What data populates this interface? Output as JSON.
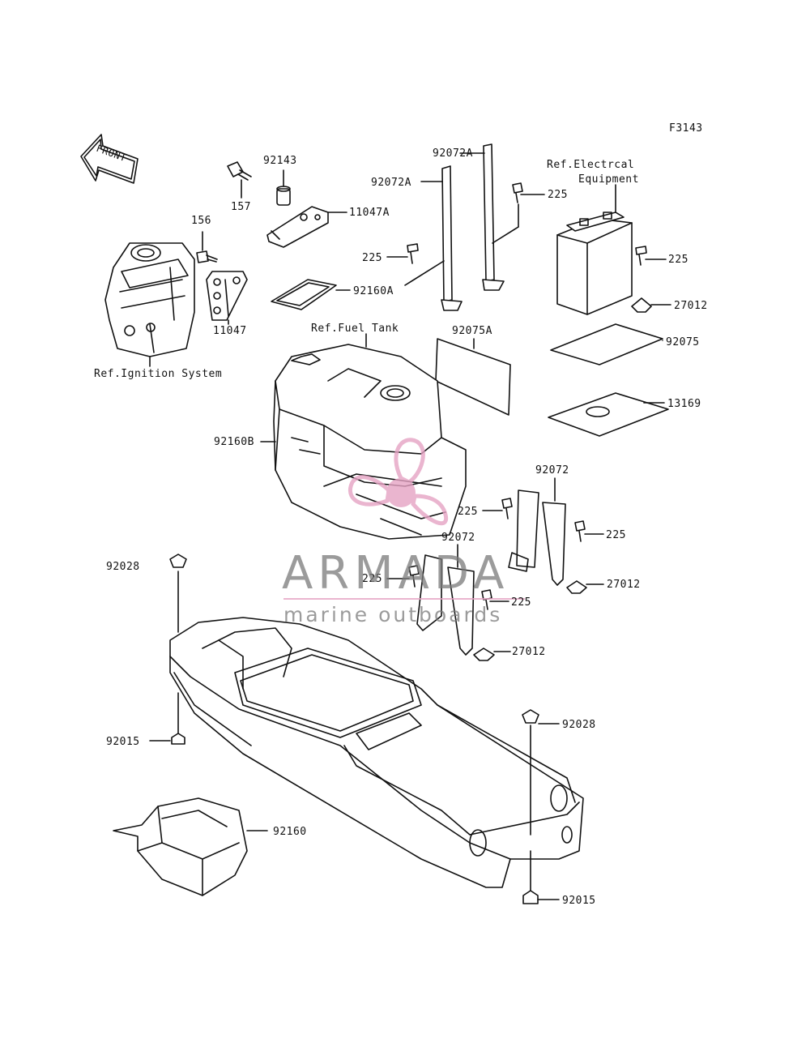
{
  "diagram_code": "F3143",
  "front_label": "FRONT",
  "ref_labels": {
    "electrical": [
      "Ref.Electrcal",
      "Equipment"
    ],
    "fuel_tank": "Ref.Fuel Tank",
    "ignition": "Ref.Ignition System"
  },
  "parts": {
    "p92143": "92143",
    "p157": "157",
    "p156": "156",
    "p11047A": "11047A",
    "p11047": "11047",
    "p92072A_1": "92072A",
    "p92072A_2": "92072A",
    "p225_a": "225",
    "p225_b": "225",
    "p225_c": "225",
    "p225_d": "225",
    "p225_e": "225",
    "p225_f": "225",
    "p225_g": "225",
    "p92160A": "92160A",
    "p92075A": "92075A",
    "p27012_a": "27012",
    "p27012_b": "27012",
    "p27012_c": "27012",
    "p92075": "92075",
    "p13169": "13169",
    "p92160B": "92160B",
    "p92072_a": "92072",
    "p92072_b": "92072",
    "p92028_a": "92028",
    "p92028_b": "92028",
    "p92015_a": "92015",
    "p92015_b": "92015",
    "p92160": "92160"
  },
  "watermark": {
    "title": "ARMADA",
    "subtitle": "marine outboards",
    "accent_color": "#e6a3c4",
    "text_color": "#7a7a7a"
  }
}
